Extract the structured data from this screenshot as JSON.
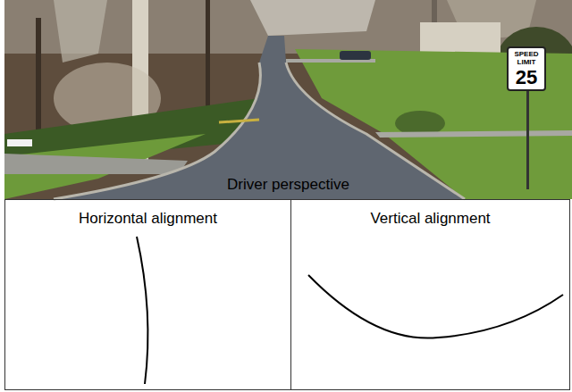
{
  "diagram": {
    "nodes": [
      {
        "text": [
          "Driver perspective"
        ]
      },
      {
        "text": [
          "SPEED LIMIT",
          "25"
        ],
        "in": 0
      },
      {
        "text": [
          "Horizontal alignment"
        ]
      },
      {
        "text": [
          "Vertical alignment"
        ]
      }
    ]
  }
}
